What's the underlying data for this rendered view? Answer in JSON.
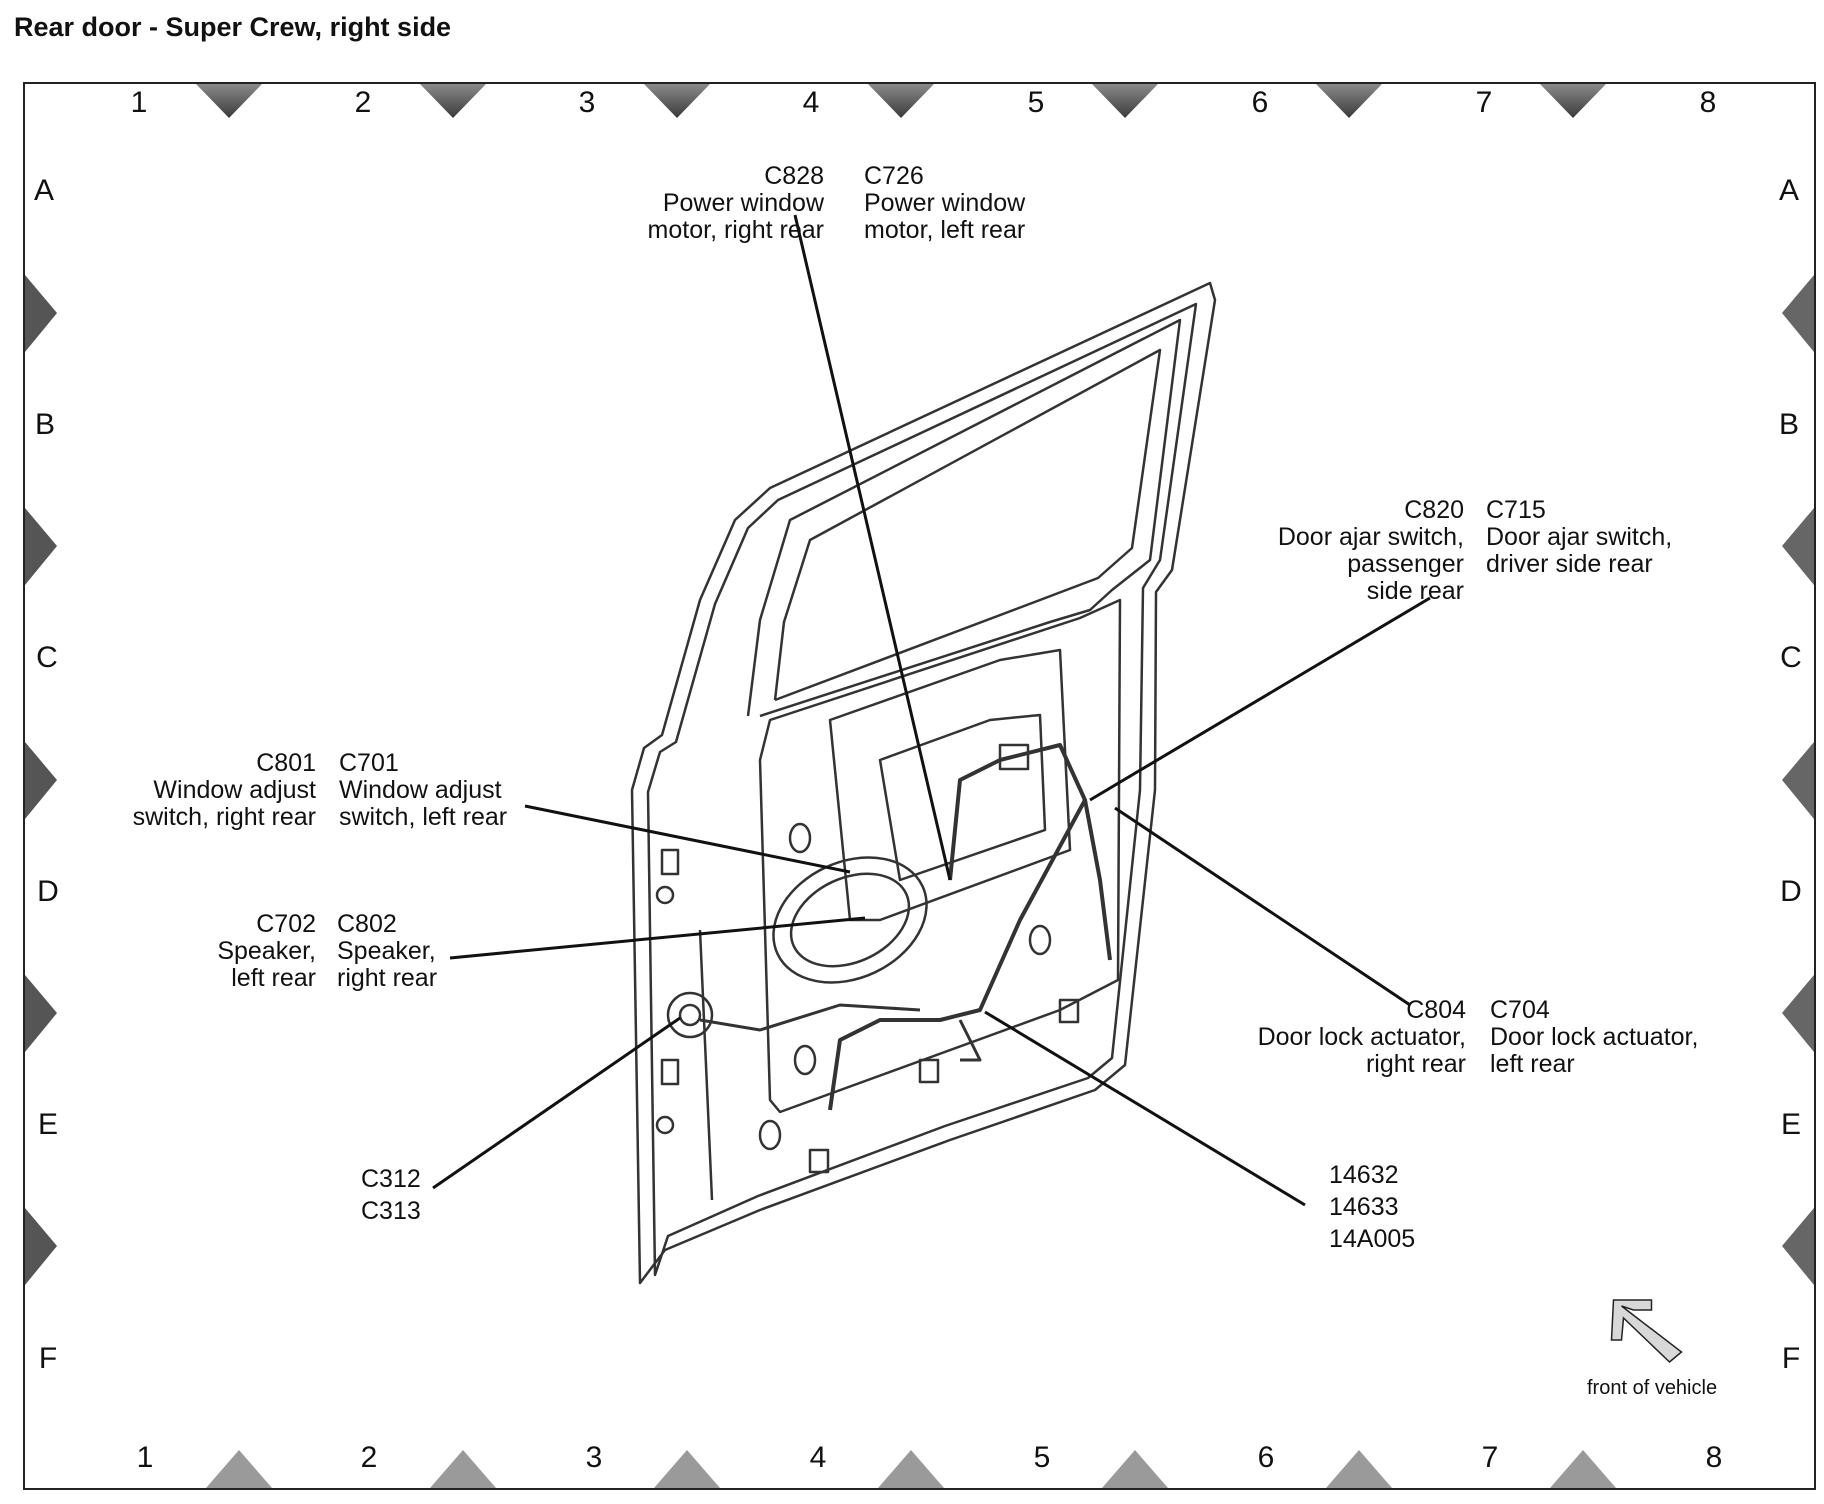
{
  "title": "Rear door - Super Crew, right side",
  "grid": {
    "columns": [
      "1",
      "2",
      "3",
      "4",
      "5",
      "6",
      "7",
      "8"
    ],
    "rows": [
      "A",
      "B",
      "C",
      "D",
      "E",
      "F"
    ]
  },
  "callouts": {
    "c828": {
      "id": "C828",
      "lines": [
        "Power window",
        "motor, right rear"
      ]
    },
    "c726": {
      "id": "C726",
      "lines": [
        "Power window",
        "motor, left rear"
      ]
    },
    "c820": {
      "id": "C820",
      "lines": [
        "Door ajar switch,",
        "passenger",
        "side rear"
      ]
    },
    "c715": {
      "id": "C715",
      "lines": [
        "Door ajar switch,",
        "driver side rear"
      ]
    },
    "c801": {
      "id": "C801",
      "lines": [
        "Window adjust",
        "switch, right rear"
      ]
    },
    "c701": {
      "id": "C701",
      "lines": [
        "Window adjust",
        "switch, left rear"
      ]
    },
    "c702": {
      "id": "C702",
      "lines": [
        "Speaker,",
        "left rear"
      ]
    },
    "c802": {
      "id": "C802",
      "lines": [
        "Speaker,",
        "right rear"
      ]
    },
    "c804": {
      "id": "C804",
      "lines": [
        "Door lock actuator,",
        "right rear"
      ]
    },
    "c704": {
      "id": "C704",
      "lines": [
        "Door lock actuator,",
        "left rear"
      ]
    },
    "c312_313": {
      "lines": [
        "C312",
        "C313"
      ]
    },
    "harness": {
      "lines": [
        "14632",
        "14633",
        "14A005"
      ]
    }
  },
  "orientation": {
    "label": "front of vehicle",
    "icon": "arrow-down-left-icon"
  },
  "colors": {
    "line": "#111111",
    "marker": "#555555",
    "door": "#333333"
  }
}
